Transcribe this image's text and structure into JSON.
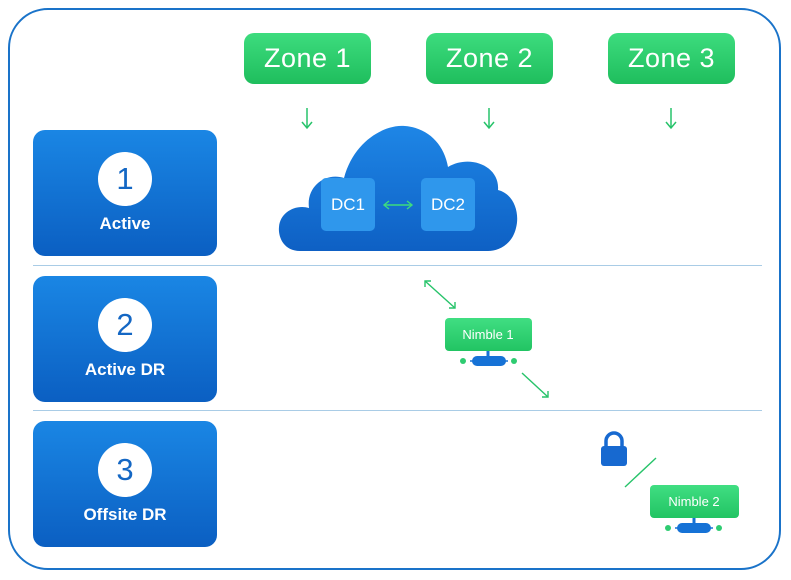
{
  "zones": [
    {
      "label": "Zone 1"
    },
    {
      "label": "Zone 2"
    },
    {
      "label": "Zone 3"
    }
  ],
  "tiers": [
    {
      "number": "1",
      "label": "Active"
    },
    {
      "number": "2",
      "label": "Active DR"
    },
    {
      "number": "3",
      "label": "Offsite DR"
    }
  ],
  "cloud": {
    "dc1_label": "DC1",
    "dc2_label": "DC2"
  },
  "nimble1": {
    "label": "Nimble 1"
  },
  "nimble2": {
    "label": "Nimble 2"
  },
  "colors": {
    "frame": "#1a73c9",
    "zone_green": "#2ecc71",
    "tier_blue": "#0f6fd4",
    "cloud_blue": "#1672d6",
    "arrow_green": "#27c36a",
    "lock_blue": "#1769d0"
  }
}
